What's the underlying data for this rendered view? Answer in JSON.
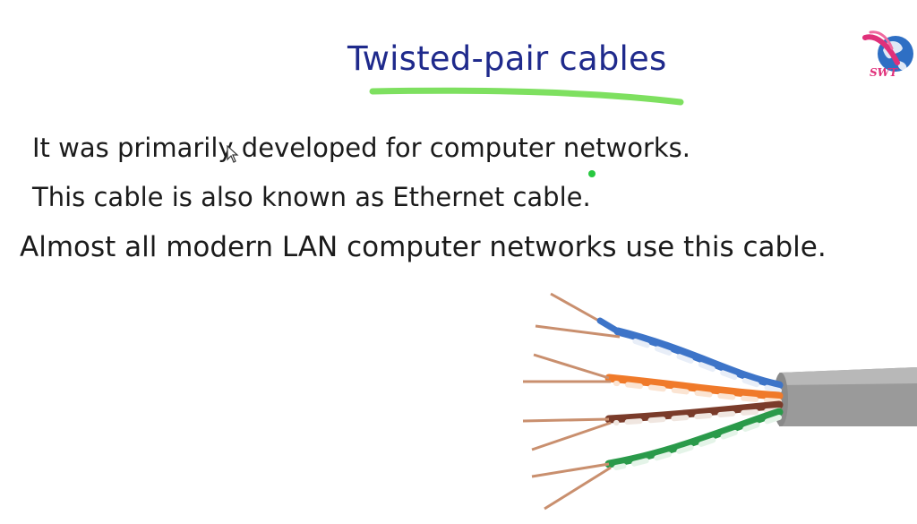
{
  "slide": {
    "title": "Twisted-pair cables",
    "logo_text": "SWT",
    "bullets": [
      "It was primarily developed for computer networks.",
      "This cable is also known as Ethernet cable.",
      "Almost all modern LAN computer networks use this cable."
    ]
  },
  "colors": {
    "title": "#1f2a8c",
    "underline": "#7ee060",
    "text": "#1b1b1b",
    "cable_jacket": "#9a9a9a",
    "pair_blue": "#3d74c8",
    "pair_orange": "#f07a2a",
    "pair_brown": "#7a3b2a",
    "pair_green": "#2a9a4a",
    "copper": "#c98f6e"
  },
  "icons": [
    "mouse-pointer-icon",
    "globe-logo-icon"
  ]
}
